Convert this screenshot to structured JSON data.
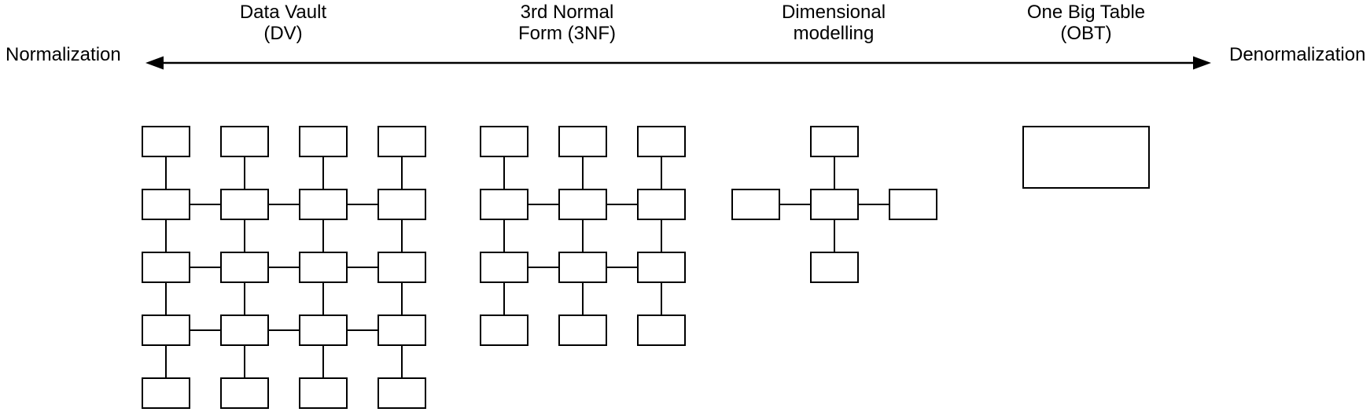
{
  "spectrum": {
    "left_label": "Normalization",
    "right_label": "Denormalization",
    "arrow": "double-headed-horizontal"
  },
  "approaches": [
    {
      "id": "data-vault",
      "name": "Data Vault (DV)",
      "label_lines": [
        "Data Vault",
        "(DV)"
      ],
      "diagram": {
        "type": "lattice-grid",
        "cols": 4,
        "rows": 5,
        "horizontal_link_rows": [
          2,
          3,
          4
        ],
        "boxes": 20
      }
    },
    {
      "id": "3nf",
      "name": "3rd Normal Form (3NF)",
      "label_lines": [
        "3rd Normal",
        "Form (3NF)"
      ],
      "diagram": {
        "type": "lattice-grid",
        "cols": 3,
        "rows": 4,
        "horizontal_link_rows": [
          2,
          3
        ],
        "boxes": 12
      }
    },
    {
      "id": "dimensional",
      "name": "Dimensional modelling",
      "label_lines": [
        "Dimensional",
        "modelling"
      ],
      "diagram": {
        "type": "star",
        "satellite_boxes": 4,
        "boxes": 5
      }
    },
    {
      "id": "obt",
      "name": "One Big Table (OBT)",
      "label_lines": [
        "One Big Table",
        "(OBT)"
      ],
      "diagram": {
        "type": "single-table",
        "boxes": 1
      }
    }
  ]
}
